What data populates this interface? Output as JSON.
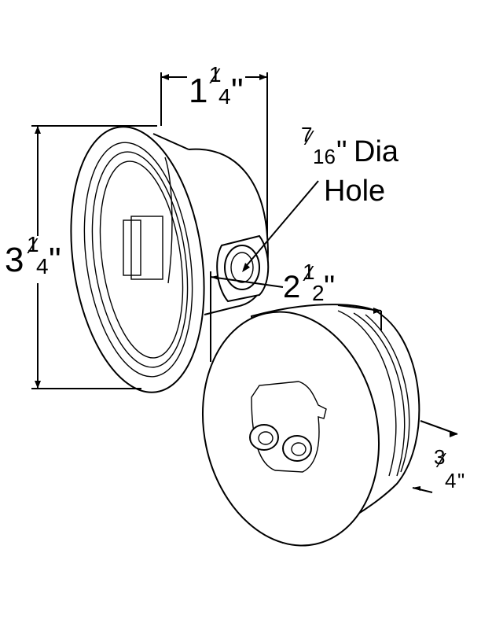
{
  "dimensions": {
    "depth_top": {
      "whole": "1",
      "num": "1",
      "den": "4",
      "unit": "\""
    },
    "height_left": {
      "whole": "3",
      "num": "1",
      "den": "4",
      "unit": "\""
    },
    "hole": {
      "num": "7",
      "den": "16",
      "unit": "\"",
      "line1_rest": "Dia",
      "line2": "Hole"
    },
    "diameter_mid": {
      "whole": "2",
      "num": "1",
      "den": "2",
      "unit": "\""
    },
    "lamp_depth": {
      "num": "3",
      "den": "4",
      "unit": "\""
    }
  }
}
